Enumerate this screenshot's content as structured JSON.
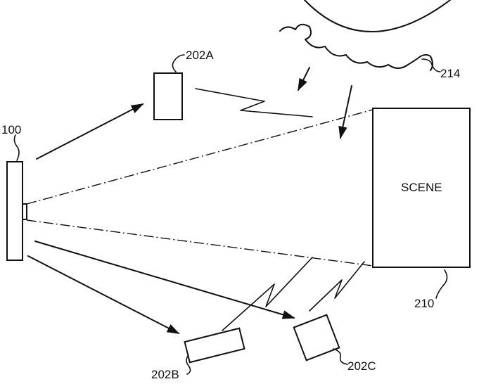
{
  "labels": {
    "device": "100",
    "sensor_a": "202A",
    "sensor_b": "202B",
    "sensor_c": "202C",
    "scene_ref": "210",
    "sky_ref": "214",
    "scene_text": "SCENE"
  }
}
